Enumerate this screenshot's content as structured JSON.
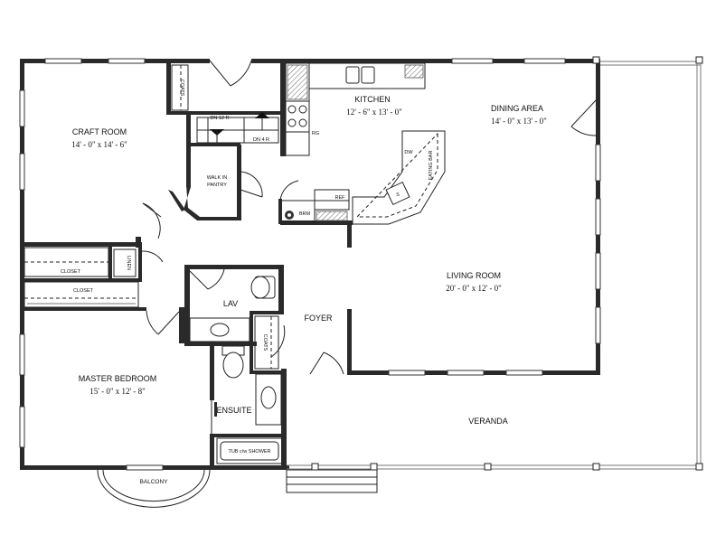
{
  "rooms": {
    "craft_room": {
      "name": "CRAFT ROOM",
      "dims": "14' - 0\" x 14' - 6\""
    },
    "kitchen": {
      "name": "KITCHEN",
      "dims": "12' - 6\" x 13' - 0\""
    },
    "dining_area": {
      "name": "DINING AREA",
      "dims": "14' - 0\" x 13' - 0\""
    },
    "living_room": {
      "name": "LIVING ROOM",
      "dims": "20' - 0\" x 12' - 0\""
    },
    "master_bedroom": {
      "name": "MASTER BEDROOM",
      "dims": "15' - 0\" x 12' - 8\""
    },
    "foyer": {
      "name": "FOYER"
    },
    "lav": {
      "name": "LAV"
    },
    "ensuite": {
      "name": "ENSUITE"
    },
    "veranda": {
      "name": "VERANDA"
    },
    "balcony": {
      "name": "BALCONY"
    }
  },
  "fixtures": {
    "coats_upper": "COATS",
    "coats_lower": "COATS",
    "stair_down_12": "DN 12 R",
    "stair_down_4": "DN 4 R",
    "walk_in_pantry_line1": "WALK IN",
    "walk_in_pantry_line2": "PANTRY",
    "range": "RG",
    "dishwasher": "DW",
    "eating_bar": "EATING BAR",
    "sink": "S",
    "refrigerator": "REF",
    "brm": "BRM",
    "closet_upper": "CLOSET",
    "closet_lower": "CLOSET",
    "linen": "LINEN",
    "tub_shower": "TUB c/w SHOWER"
  },
  "colors": {
    "wall": "#2a2a2a",
    "line": "#222222",
    "background": "#ffffff"
  }
}
